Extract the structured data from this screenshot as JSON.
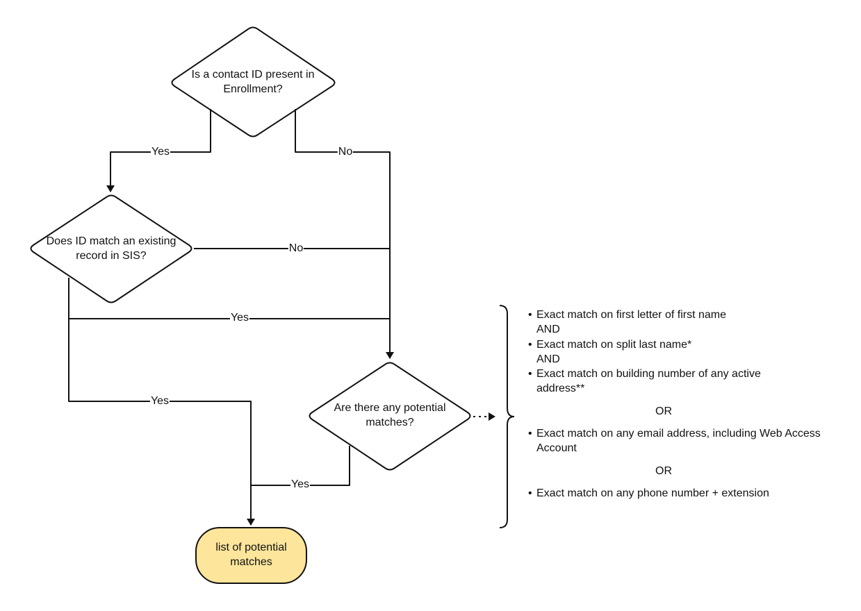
{
  "nodes": {
    "contact_id_question": "Is a contact ID present in Enrollment?",
    "id_match_question": "Does ID match an existing record in SIS?",
    "potential_matches_question": "Are there any potential matches?",
    "result": "list of potential matches"
  },
  "edge_labels": {
    "contact_yes": "Yes",
    "contact_no": "No",
    "id_match_no": "No",
    "id_match_yes_to_decision": "Yes",
    "id_match_yes_to_result": "Yes",
    "potential_yes": "Yes"
  },
  "criteria": {
    "bullet": "•",
    "group1": [
      "Exact match on first letter of first name",
      "Exact match on split last name*",
      "Exact match on building number of any active address**"
    ],
    "group1_joiner": "AND",
    "separator_1": "OR",
    "email_rule": "Exact match on any email address, including Web Access Account",
    "separator_2": "OR",
    "phone_rule": "Exact match on any phone number + extension"
  },
  "colors": {
    "stroke": "#111111",
    "terminal_fill": "#fde59b",
    "background": "#ffffff"
  }
}
